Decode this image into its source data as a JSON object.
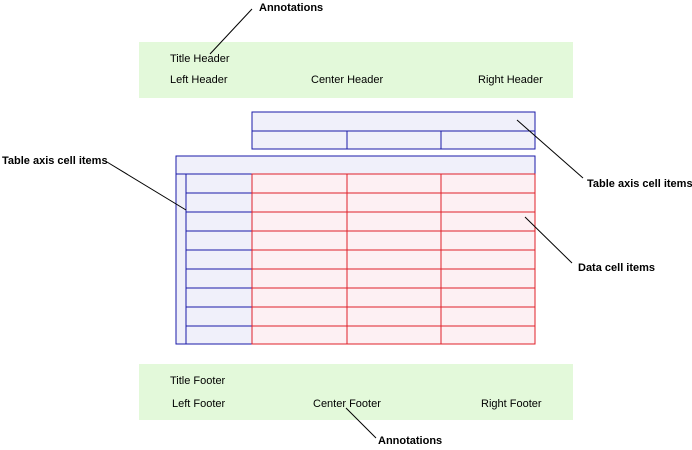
{
  "header": {
    "title": "Title Header",
    "left": "Left Header",
    "center": "Center Header",
    "right": "Right Header"
  },
  "footer": {
    "title": "Title Footer",
    "left": "Left Footer",
    "center": "Center Footer",
    "right": "Right Footer"
  },
  "callouts": {
    "annotations_top": "Annotations",
    "table_axis_left": "Table axis cell items",
    "table_axis_right": "Table axis cell items",
    "data_cells": "Data cell items",
    "annotations_bottom": "Annotations"
  },
  "colors": {
    "band": "#e3f9da",
    "axis_stroke": "#1a1aa8",
    "axis_fill": "#f0f0fa",
    "data_stroke": "#e0202a",
    "data_fill": "#fdf0f3"
  }
}
